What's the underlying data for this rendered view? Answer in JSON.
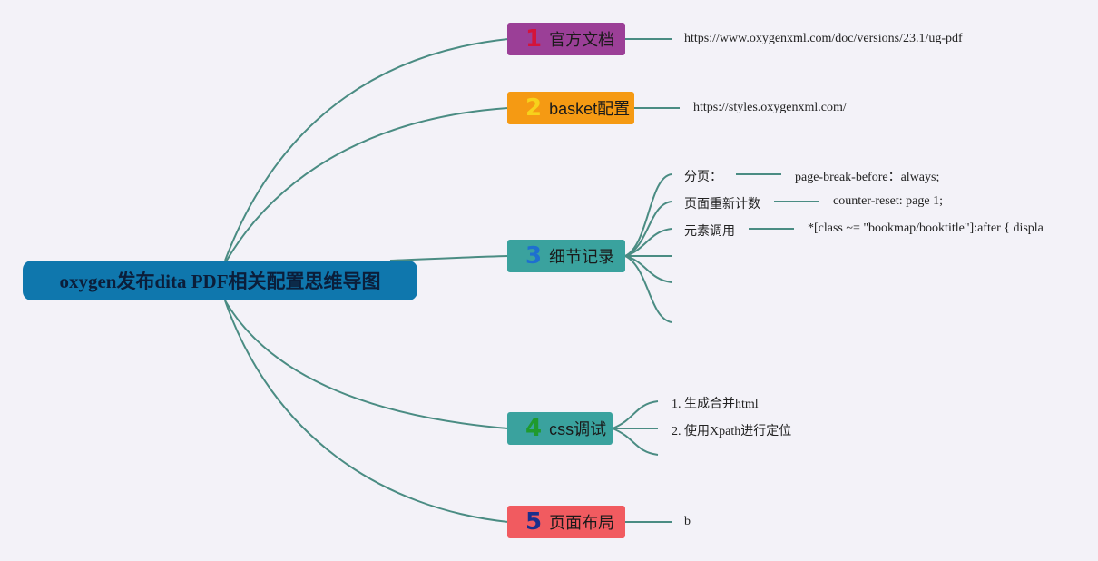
{
  "root": {
    "title": "oxygen发布dita PDF相关配置思维导图"
  },
  "branches": [
    {
      "number": "1",
      "label": "官方文档",
      "color": "#9b3f97",
      "number_color": "#d4143a",
      "children": [
        {
          "text": "https://www.oxygenxml.com/doc/versions/23.1/ug-pdf"
        }
      ]
    },
    {
      "number": "2",
      "label": "basket配置",
      "color": "#f59a13",
      "number_color": "#f7d21b",
      "children": [
        {
          "text": "https://styles.oxygenxml.com/"
        }
      ]
    },
    {
      "number": "3",
      "label": "细节记录",
      "color": "#3aa29e",
      "number_color": "#1e6fd0",
      "children": [
        {
          "text": "分页：",
          "value": "page-break-before：always;"
        },
        {
          "text": "页面重新计数",
          "value": "counter-reset: page 1;"
        },
        {
          "text": "元素调用",
          "value": "*[class ~= \"bookmap/booktitle\"]:after { displa"
        },
        {
          "text": ""
        },
        {
          "text": ""
        },
        {
          "text": ""
        }
      ]
    },
    {
      "number": "4",
      "label": "css调试",
      "color": "#3aa29e",
      "number_color": "#1f9a2e",
      "children": [
        {
          "text": "1. 生成合并html"
        },
        {
          "text": "2. 使用Xpath进行定位"
        },
        {
          "text": ""
        }
      ]
    },
    {
      "number": "5",
      "label": "页面布局",
      "color": "#f15b60",
      "number_color": "#1a2f8c",
      "children": [
        {
          "text": "b"
        }
      ]
    }
  ],
  "colors": {
    "background": "#f3f2f8",
    "line": "#4a8c83",
    "root": "#0f77ad"
  }
}
